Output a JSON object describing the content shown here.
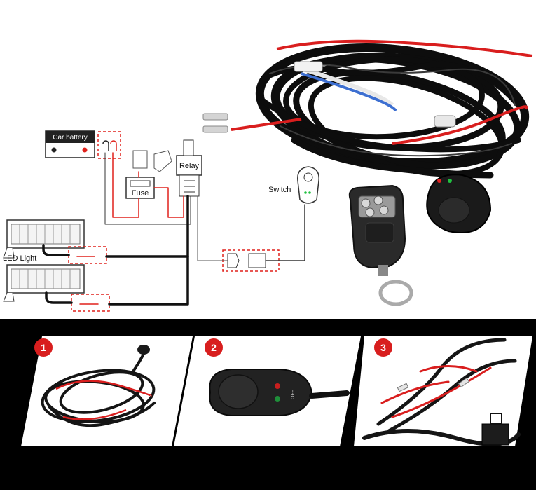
{
  "diagram": {
    "battery_label": "Car battery",
    "relay_label": "Relay",
    "fuse_label": "Fuse",
    "switch_label": "Switch",
    "led_label": "LED Light",
    "switch_text": "OFF",
    "colors": {
      "positive_wire": "#e0211b",
      "negative_wire": "#111111",
      "signal_wire": "#555555",
      "connector_outline": "#e0211b"
    }
  },
  "panels": [
    {
      "number": "1",
      "subject": "wiring-harness"
    },
    {
      "number": "2",
      "subject": "rocker-switch-closeup"
    },
    {
      "number": "3",
      "subject": "relay-connector-closeup"
    }
  ],
  "badge_color": "#d81e1e"
}
